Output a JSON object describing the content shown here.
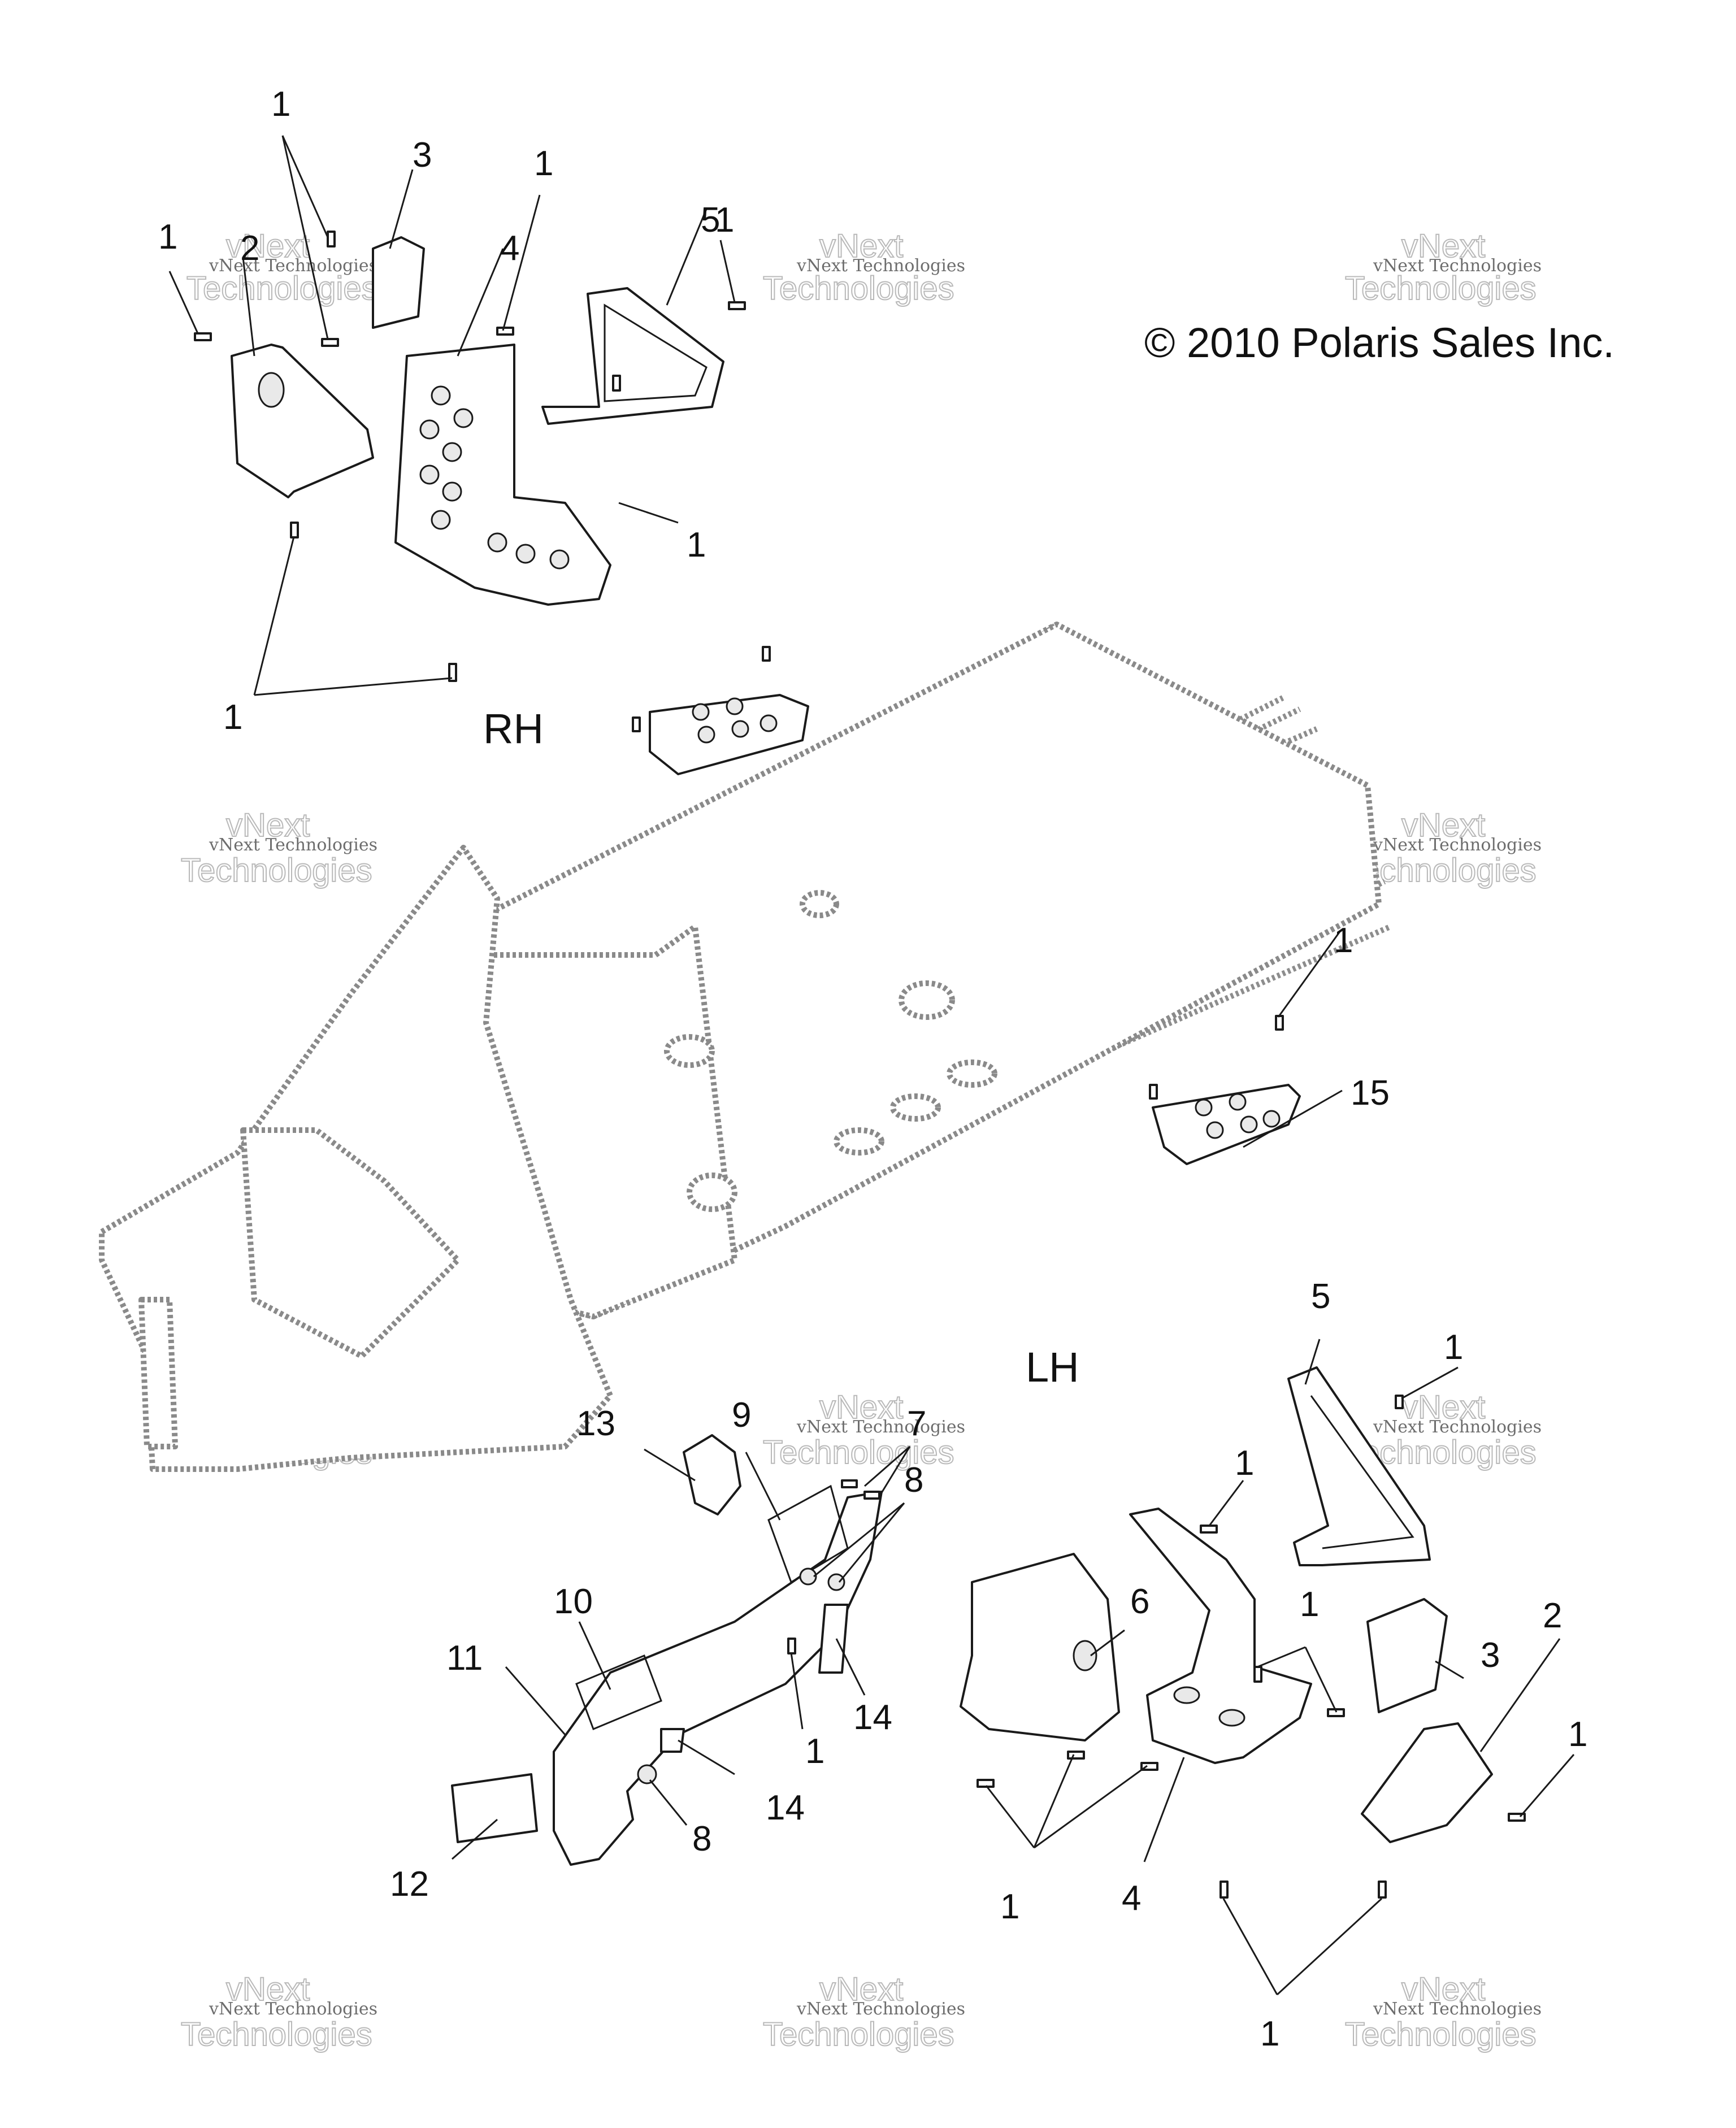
{
  "copyright": "© 2010 Polaris Sales Inc.",
  "side_labels": {
    "rh": "RH",
    "lh": "LH"
  },
  "watermark": {
    "line1": "vNext Technologies",
    "line2": "vNext",
    "line3": "Technologies"
  },
  "callouts": [
    "1",
    "1",
    "3",
    "1",
    "1",
    "2",
    "4",
    "5",
    "1",
    "1",
    "1",
    "1",
    "15",
    "5",
    "1",
    "13",
    "9",
    "7",
    "8",
    "1",
    "3",
    "1",
    "2",
    "10",
    "6",
    "11",
    "1",
    "14",
    "14",
    "1",
    "12",
    "8",
    "4",
    "1",
    "1"
  ]
}
